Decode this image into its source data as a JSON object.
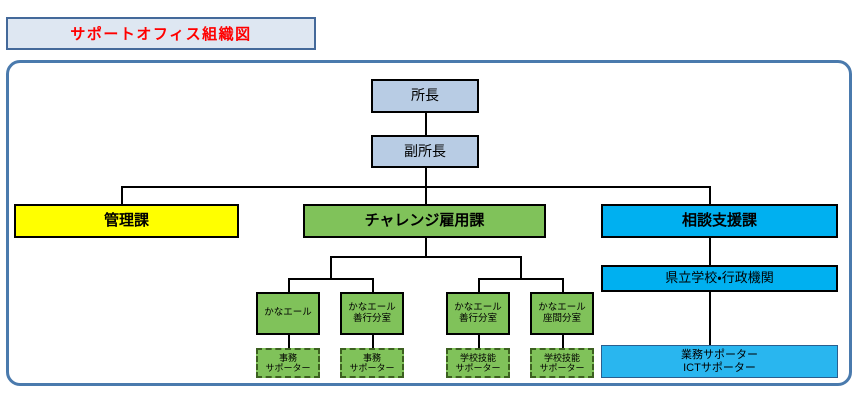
{
  "title": {
    "text": "サポートオフィス組織図",
    "text_color": "#ff0000",
    "background": "#dee7f2",
    "border_color": "#44699a"
  },
  "frame": {
    "border_color": "#4a7aad"
  },
  "palette": {
    "exec_fill": "#b8cce4",
    "management_fill": "#ffff00",
    "challenge_fill": "#80c25a",
    "consult_fill": "#00b0f0",
    "support_blue_fill": "#29b6ef",
    "line_color": "#000000"
  },
  "chart_data": {
    "type": "organization-chart",
    "title": "サポートオフィス組織図",
    "levels": 5,
    "nodes": [
      {
        "id": "director",
        "label": "所長",
        "level": 1,
        "color": "#b8cce4",
        "border": "solid"
      },
      {
        "id": "deputy",
        "label": "副所長",
        "level": 2,
        "color": "#b8cce4",
        "border": "solid"
      },
      {
        "id": "management",
        "label": "管理課",
        "level": 3,
        "color": "#ffff00",
        "border": "solid"
      },
      {
        "id": "challenge",
        "label": "チャレンジ雇用課",
        "level": 3,
        "color": "#80c25a",
        "border": "solid"
      },
      {
        "id": "consult",
        "label": "相談支援課",
        "level": 3,
        "color": "#00b0f0",
        "border": "solid"
      },
      {
        "id": "kanayell-1",
        "label": "かなエール",
        "level": 4,
        "color": "#80c25a",
        "border": "solid"
      },
      {
        "id": "kanayell-2",
        "label": "かなエール\n善行分室",
        "level": 4,
        "color": "#80c25a",
        "border": "solid"
      },
      {
        "id": "kanayell-3",
        "label": "かなエール\n善行分室",
        "level": 4,
        "color": "#80c25a",
        "border": "solid"
      },
      {
        "id": "kanayell-4",
        "label": "かなエール\n座間分室",
        "level": 4,
        "color": "#80c25a",
        "border": "solid"
      },
      {
        "id": "prefectural",
        "label": "県立学校・行政機関",
        "level": 4,
        "color": "#00b0f0",
        "border": "solid"
      },
      {
        "id": "jimu-1",
        "label": "事務\nサポーター",
        "level": 5,
        "color": "#80c25a",
        "border": "dashed"
      },
      {
        "id": "jimu-2",
        "label": "事務\nサポーター",
        "level": 5,
        "color": "#80c25a",
        "border": "dashed"
      },
      {
        "id": "gakko-1",
        "label": "学校技能\nサポーター",
        "level": 5,
        "color": "#80c25a",
        "border": "dashed"
      },
      {
        "id": "gakko-2",
        "label": "学校技能\nサポーター",
        "level": 5,
        "color": "#80c25a",
        "border": "dashed"
      },
      {
        "id": "gyomu-ict",
        "label": "業務サポーター\nICTサポーター",
        "level": 5,
        "color": "#29b6ef",
        "border": "solid"
      }
    ],
    "edges": [
      {
        "from": "director",
        "to": "deputy"
      },
      {
        "from": "deputy",
        "to": "management"
      },
      {
        "from": "deputy",
        "to": "challenge"
      },
      {
        "from": "deputy",
        "to": "consult"
      },
      {
        "from": "challenge",
        "to": "kanayell-1"
      },
      {
        "from": "challenge",
        "to": "kanayell-2"
      },
      {
        "from": "challenge",
        "to": "kanayell-3"
      },
      {
        "from": "challenge",
        "to": "kanayell-4"
      },
      {
        "from": "consult",
        "to": "prefectural"
      },
      {
        "from": "prefectural",
        "to": "gyomu-ict"
      },
      {
        "from": "kanayell-1",
        "to": "jimu-1"
      },
      {
        "from": "kanayell-2",
        "to": "jimu-2"
      },
      {
        "from": "kanayell-3",
        "to": "gakko-1"
      },
      {
        "from": "kanayell-4",
        "to": "gakko-2"
      }
    ]
  },
  "nodes": {
    "director": "所長",
    "deputy": "副所長",
    "management": "管理課",
    "challenge": "チャレンジ雇用課",
    "consult": "相談支援課",
    "kanayell_1": "かなエール",
    "kanayell_2": "かなエール\n善行分室",
    "kanayell_3": "かなエール\n善行分室",
    "kanayell_4": "かなエール\n座間分室",
    "prefectural": "県立学校・行政機関",
    "jimu_1": "事務\nサポーター",
    "jimu_2": "事務\nサポーター",
    "gakko_1": "学校技能\nサポーター",
    "gakko_2": "学校技能\nサポーター",
    "gyomu_ict": "業務サポーター\nICTサポーター"
  }
}
